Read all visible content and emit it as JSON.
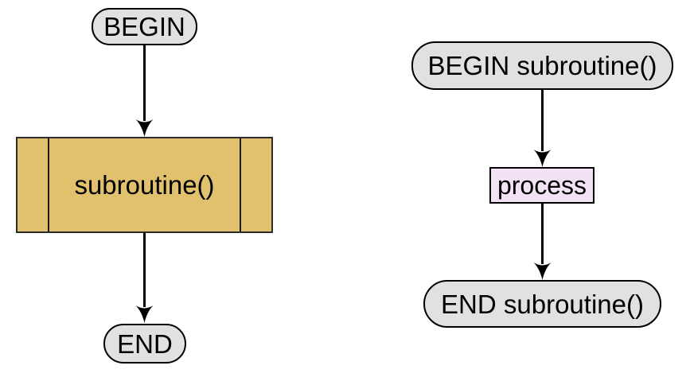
{
  "colors": {
    "background": "#ffffff",
    "terminal_fill": "#e1e1e1",
    "terminal_border": "#000000",
    "predefined_process_fill": "#e2c16e",
    "predefined_process_border": "#2b2b2b",
    "process_fill": "#f3e1f5",
    "process_border": "#000000",
    "arrow": "#000000",
    "text": "#000000"
  },
  "flowcharts": [
    {
      "id": "caller",
      "nodes": [
        {
          "type": "terminal",
          "shape": "stadium",
          "label": "BEGIN"
        },
        {
          "type": "predefined-process",
          "shape": "rectangle-with-side-bars",
          "label": "subroutine()"
        },
        {
          "type": "terminal",
          "shape": "stadium",
          "label": "END"
        }
      ],
      "edges": [
        {
          "from": "BEGIN",
          "to": "subroutine()",
          "style": "straight-down-filled-arrowhead"
        },
        {
          "from": "subroutine()",
          "to": "END",
          "style": "straight-down-filled-arrowhead"
        }
      ]
    },
    {
      "id": "subroutine-definition",
      "nodes": [
        {
          "type": "terminal",
          "shape": "stadium",
          "label": "BEGIN subroutine()"
        },
        {
          "type": "process",
          "shape": "rectangle",
          "label": "process"
        },
        {
          "type": "terminal",
          "shape": "stadium",
          "label": "END subroutine()"
        }
      ],
      "edges": [
        {
          "from": "BEGIN subroutine()",
          "to": "process",
          "style": "straight-down-filled-arrowhead"
        },
        {
          "from": "process",
          "to": "END subroutine()",
          "style": "straight-down-filled-arrowhead"
        }
      ]
    }
  ]
}
